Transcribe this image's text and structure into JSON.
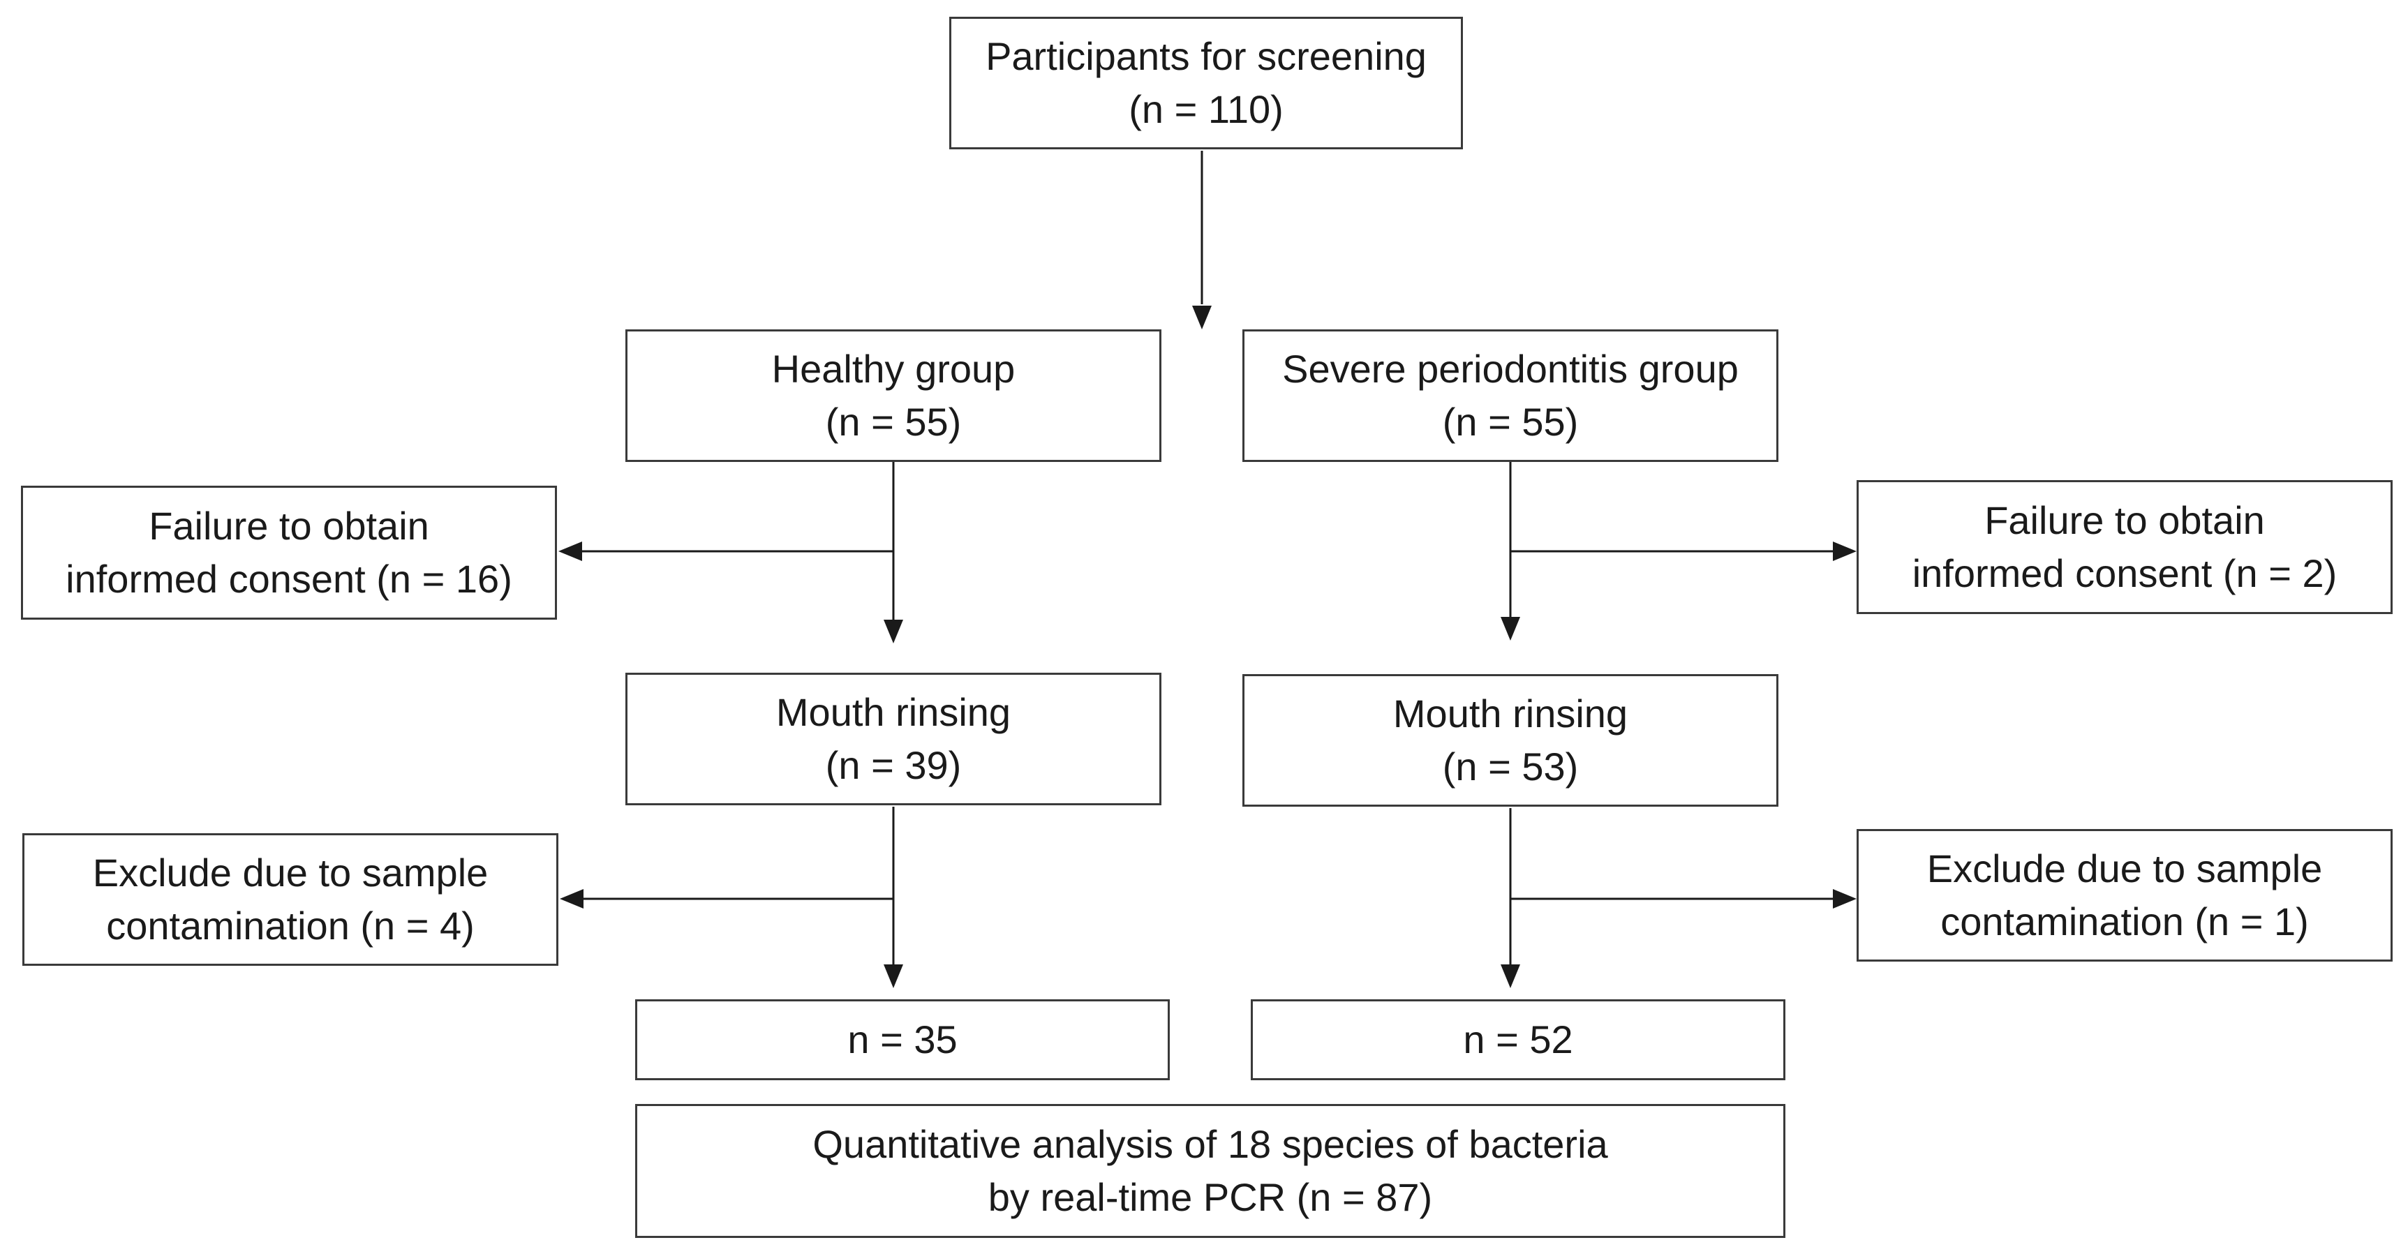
{
  "flowchart": {
    "screening": {
      "line1": "Participants for screening",
      "line2": "(n = 110)"
    },
    "healthy_group": {
      "line1": "Healthy group",
      "line2": "(n = 55)"
    },
    "severe_group": {
      "line1": "Severe periodontitis group",
      "line2": "(n = 55)"
    },
    "healthy_consent_failure": {
      "line1": "Failure to obtain",
      "line2": "informed consent (n = 16)"
    },
    "severe_consent_failure": {
      "line1": "Failure to obtain",
      "line2": "informed consent (n = 2)"
    },
    "healthy_rinsing": {
      "line1": "Mouth rinsing",
      "line2": "(n = 39)"
    },
    "severe_rinsing": {
      "line1": "Mouth rinsing",
      "line2": "(n = 53)"
    },
    "healthy_exclusion": {
      "line1": "Exclude due to sample",
      "line2": "contamination (n = 4)"
    },
    "severe_exclusion": {
      "line1": "Exclude due to sample",
      "line2": "contamination (n = 1)"
    },
    "healthy_final": {
      "line1": "n = 35"
    },
    "severe_final": {
      "line1": "n = 52"
    },
    "total_analysis": {
      "line1": "Quantitative analysis of 18 species of bacteria",
      "line2": "by real-time PCR (n = 87)"
    }
  },
  "colors": {
    "box_border": "#3a3a3a",
    "arrow": "#1a1a1a",
    "text": "#1a1a1a",
    "background": "#ffffff"
  }
}
